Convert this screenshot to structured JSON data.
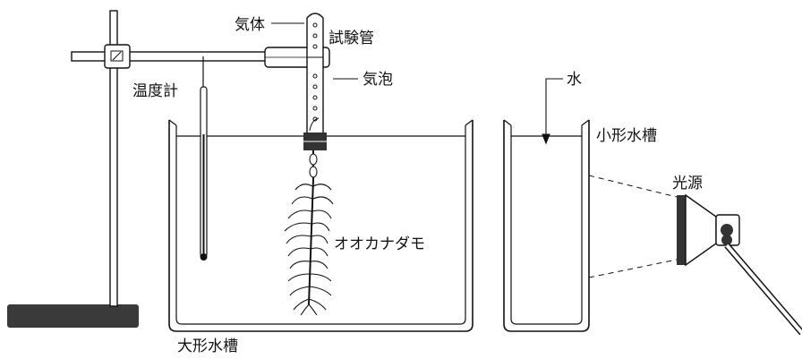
{
  "labels": {
    "gas": "気体",
    "test_tube": "試験管",
    "bubbles": "気泡",
    "thermometer": "温度計",
    "water": "水",
    "small_tank": "小形水槽",
    "light_source": "光源",
    "plant": "オオカナダモ",
    "large_tank": "大形水槽"
  }
}
